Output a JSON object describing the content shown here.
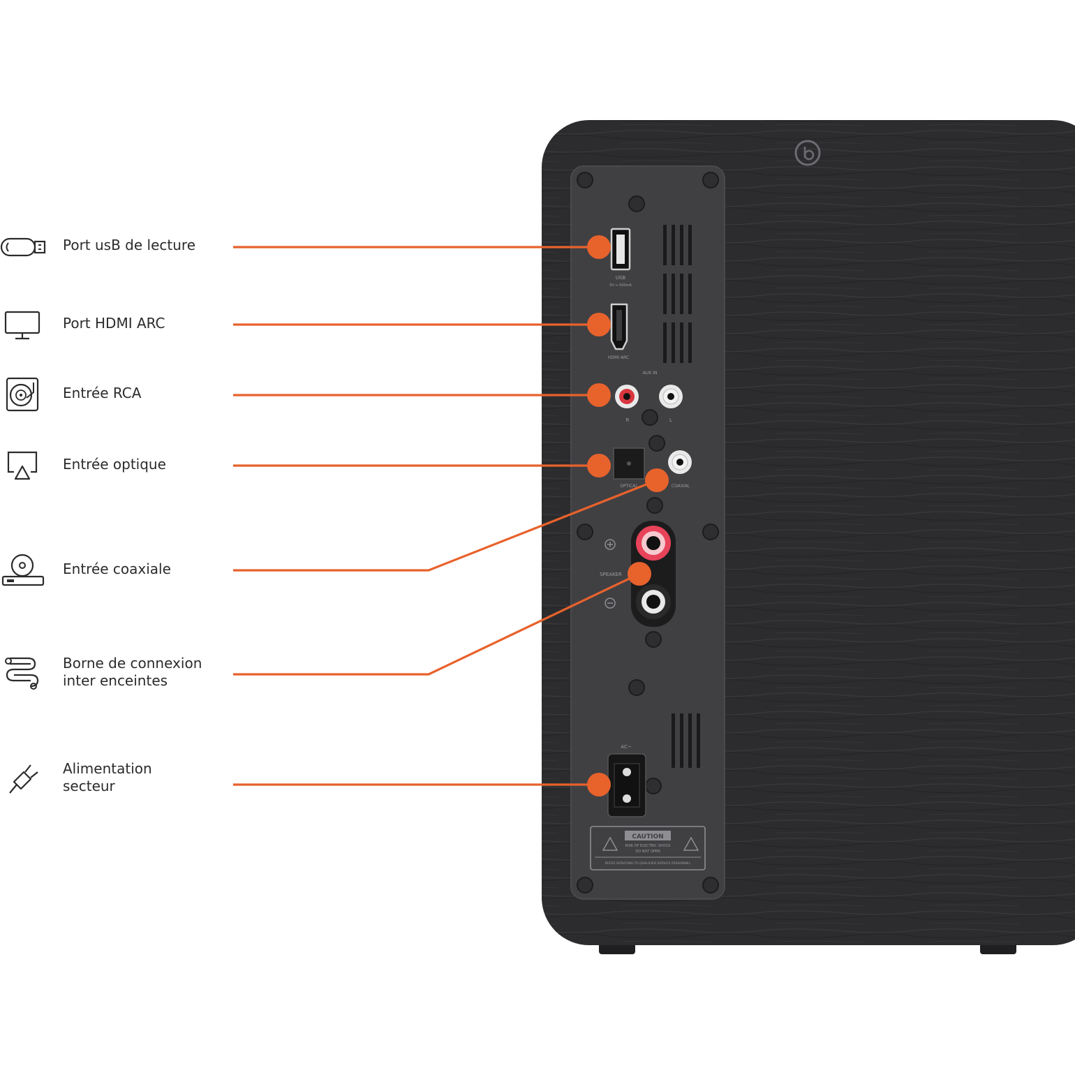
{
  "colors": {
    "accent": "#e8622c",
    "cabinet": "#2c2c2e",
    "panel": "#404043",
    "text": "#2b2b2b"
  },
  "features": [
    {
      "id": "usb",
      "icon": "usb-stick-icon",
      "lines": [
        "Port usB de lecture"
      ]
    },
    {
      "id": "hdmi",
      "icon": "monitor-icon",
      "lines": [
        "Port HDMI ARC"
      ]
    },
    {
      "id": "rca",
      "icon": "turntable-icon",
      "lines": [
        "Entrée RCA"
      ]
    },
    {
      "id": "optical",
      "icon": "airplay-screen-icon",
      "lines": [
        "Entrée optique"
      ]
    },
    {
      "id": "coax",
      "icon": "cd-player-icon",
      "lines": [
        "Entrée coaxiale"
      ]
    },
    {
      "id": "speaker",
      "icon": "cable-icon",
      "lines": [
        "Borne de connexion",
        "inter enceintes"
      ]
    },
    {
      "id": "power",
      "icon": "plug-icon",
      "lines": [
        "Alimentation",
        "secteur"
      ]
    }
  ],
  "panel_labels": {
    "usb": "USB",
    "usb_spec": "5V ⎓ 500mA",
    "hdmi": "HDMI ARC",
    "aux": "AUX IN",
    "rca_r": "R",
    "rca_l": "L",
    "optical": "OPTICAL",
    "coaxial": "COAXIAL",
    "speaker": "SPEAKER",
    "ac": "AC~",
    "caution": "CAUTION",
    "caution_line1": "RISK OF ELECTRIC SHOCK",
    "caution_line2": "DO NOT OPEN",
    "caution_line3": "REFER SERVICING TO QUALIFIED SERVICE PERSONNEL"
  }
}
